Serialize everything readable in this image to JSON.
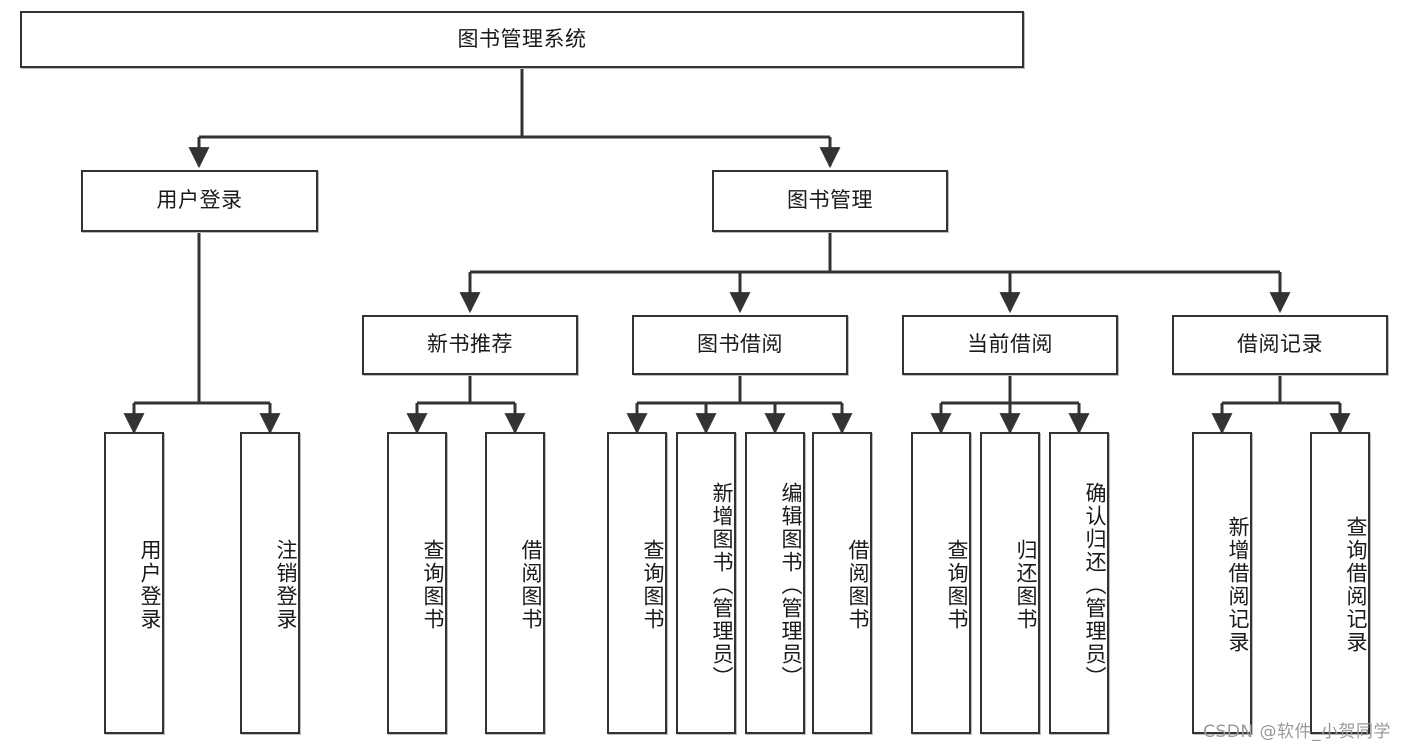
{
  "diagram": {
    "type": "tree-hierarchy-flowchart",
    "title": "图书管理系统",
    "watermark": "CSDN @软件_小贺同学",
    "colors": {
      "border": "#333333",
      "background": "#ffffff",
      "text": "#1a1a1a",
      "watermark": "#9a9a9a"
    },
    "levels": {
      "root": {
        "label": "图书管理系统"
      },
      "level2": [
        {
          "label": "用户登录"
        },
        {
          "label": "图书管理"
        }
      ],
      "level3": [
        {
          "label": "新书推荐"
        },
        {
          "label": "图书借阅"
        },
        {
          "label": "当前借阅"
        },
        {
          "label": "借阅记录"
        }
      ],
      "leaves": [
        {
          "label": "用户登录"
        },
        {
          "label": "注销登录"
        },
        {
          "label": "查询图书"
        },
        {
          "label": "借阅图书"
        },
        {
          "label": "查询图书"
        },
        {
          "label": "新增图书（管理员）"
        },
        {
          "label": "编辑图书（管理员）"
        },
        {
          "label": "借阅图书"
        },
        {
          "label": "查询图书"
        },
        {
          "label": "归还图书"
        },
        {
          "label": "确认归还（管理员）"
        },
        {
          "label": "新增借阅记录"
        },
        {
          "label": "查询借阅记录"
        }
      ]
    },
    "edges": [
      {
        "from": "图书管理系统",
        "to": "用户登录"
      },
      {
        "from": "图书管理系统",
        "to": "图书管理"
      },
      {
        "from": "用户登录",
        "to": "用户登录"
      },
      {
        "from": "用户登录",
        "to": "注销登录"
      },
      {
        "from": "图书管理",
        "to": "新书推荐"
      },
      {
        "from": "图书管理",
        "to": "图书借阅"
      },
      {
        "from": "图书管理",
        "to": "当前借阅"
      },
      {
        "from": "图书管理",
        "to": "借阅记录"
      },
      {
        "from": "新书推荐",
        "to": "查询图书"
      },
      {
        "from": "新书推荐",
        "to": "借阅图书"
      },
      {
        "from": "图书借阅",
        "to": "查询图书"
      },
      {
        "from": "图书借阅",
        "to": "新增图书（管理员）"
      },
      {
        "from": "图书借阅",
        "to": "编辑图书（管理员）"
      },
      {
        "from": "图书借阅",
        "to": "借阅图书"
      },
      {
        "from": "当前借阅",
        "to": "查询图书"
      },
      {
        "from": "当前借阅",
        "to": "归还图书"
      },
      {
        "from": "当前借阅",
        "to": "确认归还（管理员）"
      },
      {
        "from": "借阅记录",
        "to": "新增借阅记录"
      },
      {
        "from": "借阅记录",
        "to": "查询借阅记录"
      }
    ]
  }
}
